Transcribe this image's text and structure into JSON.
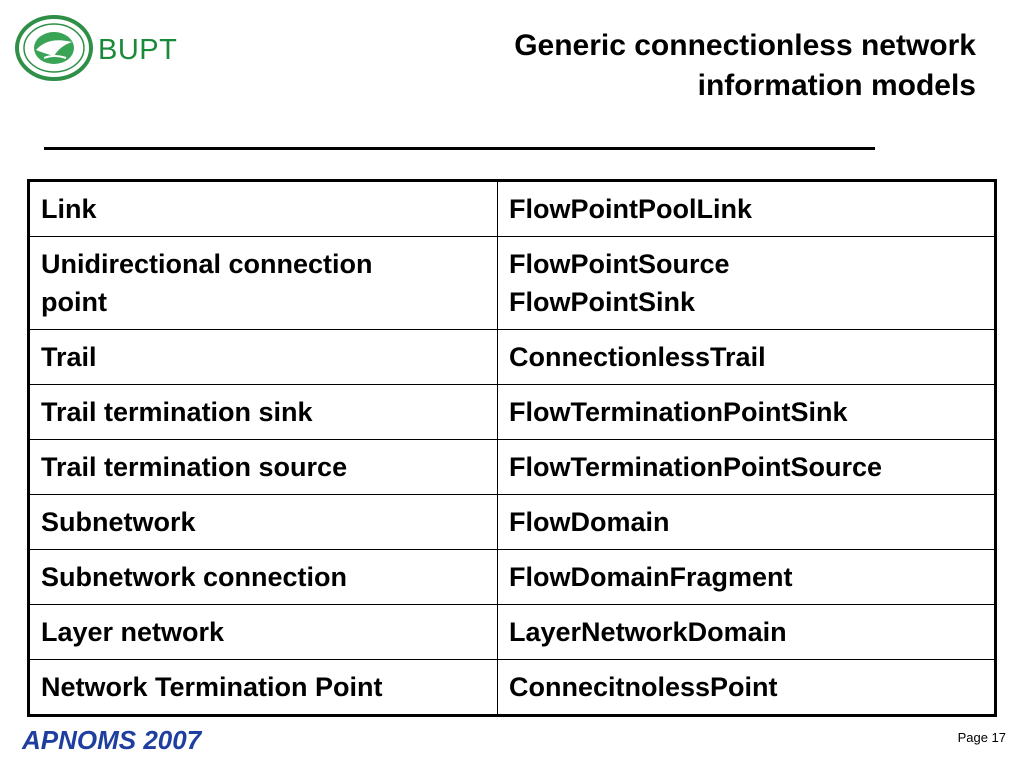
{
  "header": {
    "logo_text": "BUPT",
    "title_lines": [
      "Generic connectionless network",
      "information models"
    ]
  },
  "table": {
    "rows": [
      {
        "left": [
          "Link"
        ],
        "right": [
          "FlowPointPoolLink"
        ]
      },
      {
        "left": [
          "Unidirectional connection",
          "point"
        ],
        "right": [
          "FlowPointSource",
          "FlowPointSink"
        ]
      },
      {
        "left": [
          "Trail"
        ],
        "right": [
          "ConnectionlessTrail"
        ]
      },
      {
        "left": [
          "Trail termination sink"
        ],
        "right": [
          "FlowTerminationPointSink"
        ]
      },
      {
        "left": [
          "Trail termination source"
        ],
        "right": [
          "FlowTerminationPointSource"
        ]
      },
      {
        "left": [
          "Subnetwork"
        ],
        "right": [
          "FlowDomain"
        ]
      },
      {
        "left": [
          "Subnetwork connection"
        ],
        "right": [
          "FlowDomainFragment"
        ]
      },
      {
        "left": [
          "Layer network"
        ],
        "right": [
          "LayerNetworkDomain"
        ]
      },
      {
        "left": [
          "Network Termination Point"
        ],
        "right": [
          "ConnecitnolessPoint"
        ]
      }
    ]
  },
  "footer": {
    "event": "APNOMS 2007",
    "page": "Page 17"
  },
  "colors": {
    "logo_green": "#1a8a3a",
    "footer_blue": "#1f3fa0"
  }
}
